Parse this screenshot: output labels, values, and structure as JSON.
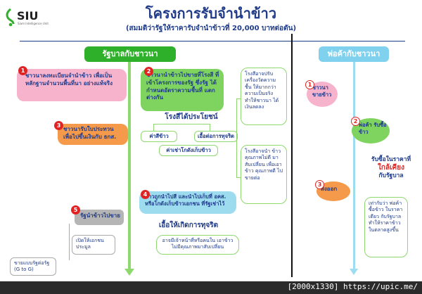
{
  "logo": {
    "text": "SIU",
    "subtext": "Siam Intelligence Unit"
  },
  "header": {
    "title": "โครงการรับจำนำข้าว",
    "subtitle": "(สมมติว่ารัฐให้ราคารับจำนำข้าวที่ 20,000 บาทต่อตัน)"
  },
  "left": {
    "heading": "รัฐบาลกับชาวนา",
    "step1": {
      "num": "1",
      "text": "ชาวนาลงทะเบียนจำนำข้าว เพื่อเป็นหลักฐานจำนวนพื้นที่นา อย่างแท้จริง"
    },
    "step2": {
      "num": "2",
      "text": "ชาวนานำข้าวไปขายที่โรงสี ที่เข้าโครงการของรัฐ ซึ่งรัฐ ได้กำหนดอัตราความชื้นที่ แตกต่างกัน"
    },
    "mill_note_1": "โรงสีอาจปรับ เครื่องวัดความ ชื้น ให้มากกว่า ความเป็นจริง ทำให้ชาวนา ได้เงินลดลง",
    "benefit_heading": "โรงสีได้ประโยชน์",
    "fee_mill": "ค่าสีข้าว",
    "corruption_link": "เอื้อต่อการทุจริต",
    "fee_storage": "ค่าเช่าโกดังเก็บข้าว",
    "mill_note_2": "โรงสีอาจนำ ข้าวคุณภาพไม่ดี มาสับเปลี่ยน เพื่อเอาข้าว คุณภาพดี ไปขายต่อ",
    "step3": {
      "num": "3",
      "text": "ชาวนารับใบประทวน เพื่อไปขึ้นเงินกับ ธกส."
    },
    "step4": {
      "num": "4",
      "text": "ข้าวถูกนำไปสี และนำไปเก็บที่ อคส. หรือโกดังเก็บข้าวเอกชน ที่รัฐเช่าไว้"
    },
    "corruption_heading": "เอื้อให้เกิดการทุจริต",
    "corruption_note": "อาจมีเจ้าหน้าที่หรือคนใน เอาข้าวไม่มีคุณภาพมาสับเปลี่ยน",
    "step5": {
      "num": "5",
      "text": "รัฐนำข้าวไปขาย"
    },
    "open_auction": "เปิดให้เอกชน ประมูล",
    "g2g": "ขายแบบรัฐต่อรัฐ (G to G)"
  },
  "right": {
    "heading": "พ่อค้ากับชาวนา",
    "step1": {
      "num": "1",
      "text": "ชาวนา ขายข้าว"
    },
    "step2": {
      "num": "2",
      "text": "พ่อค้า รับซื้อข้าว"
    },
    "buy_line1": "รับซื้อในราคาที่",
    "buy_emph": "ใกล้เคียง",
    "buy_line3": "กับรัฐบาล",
    "step3": {
      "num": "3",
      "text": "ส่งออก"
    },
    "trader_note": "เท่ากับว่า พ่อค้าซื้อข้าว ในราคาเดียว กับรัฐบาล ทำให้ราคาข้าว ในตลาดสูงขึ้น"
  },
  "watermark": "[2000x1330] https://upic.me/",
  "colors": {
    "green": "#2fb02a",
    "pink": "#f7b3cc",
    "orange": "#f49a4a",
    "cyan": "#8fd8ee",
    "gray": "#b5b5b5",
    "blue_text": "#1f3b8a",
    "red": "#e02424"
  }
}
